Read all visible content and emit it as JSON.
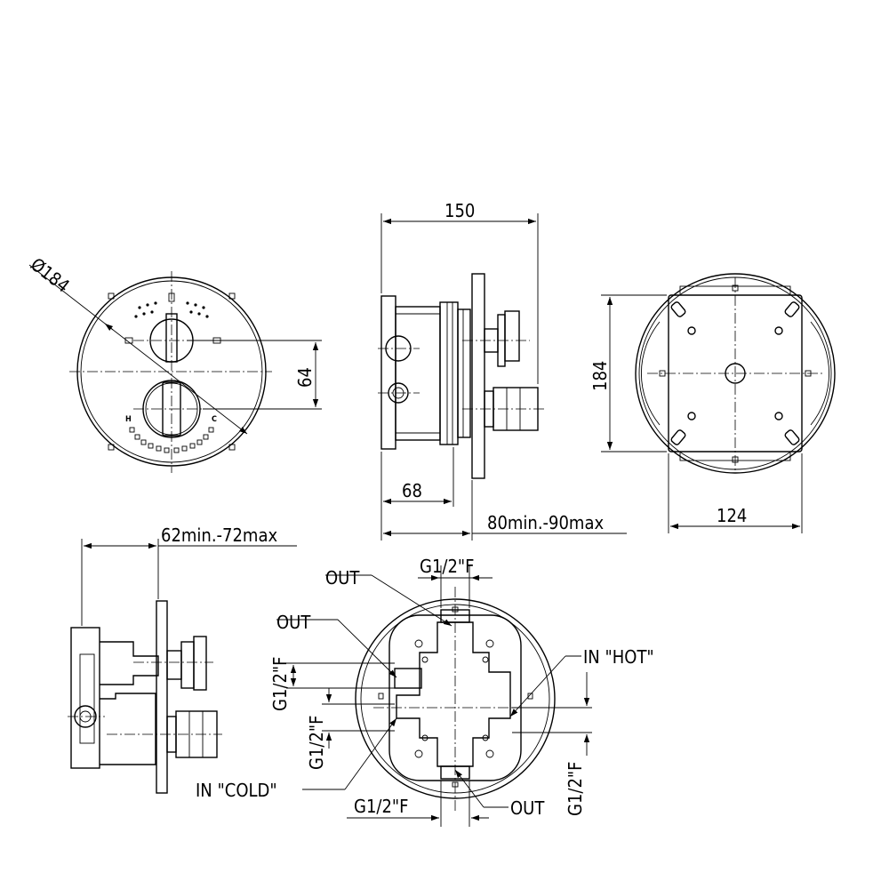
{
  "front_view": {
    "diameter_label": "Ø184",
    "spacing_label": "64",
    "hot_mark": "H",
    "cold_mark": "C"
  },
  "side_view": {
    "width_label": "150",
    "depth_label": "68",
    "adjust_label": "80min.-90max"
  },
  "back_view": {
    "height_label": "184",
    "width_label": "124"
  },
  "section_view": {
    "adjust_label": "62min.-72max"
  },
  "connections_view": {
    "out_top_label": "OUT",
    "thread_top_label": "G1/2\"F",
    "out_left_label": "OUT",
    "in_hot_label": "IN \"HOT\"",
    "thread_left_a_label": "G1/2\"F",
    "thread_left_b_label": "G1/2\"F",
    "in_cold_label": "IN \"COLD\"",
    "thread_bottom_label": "G1/2\"F",
    "out_bottom_label": "OUT",
    "thread_right_label": "G1/2\"F"
  }
}
